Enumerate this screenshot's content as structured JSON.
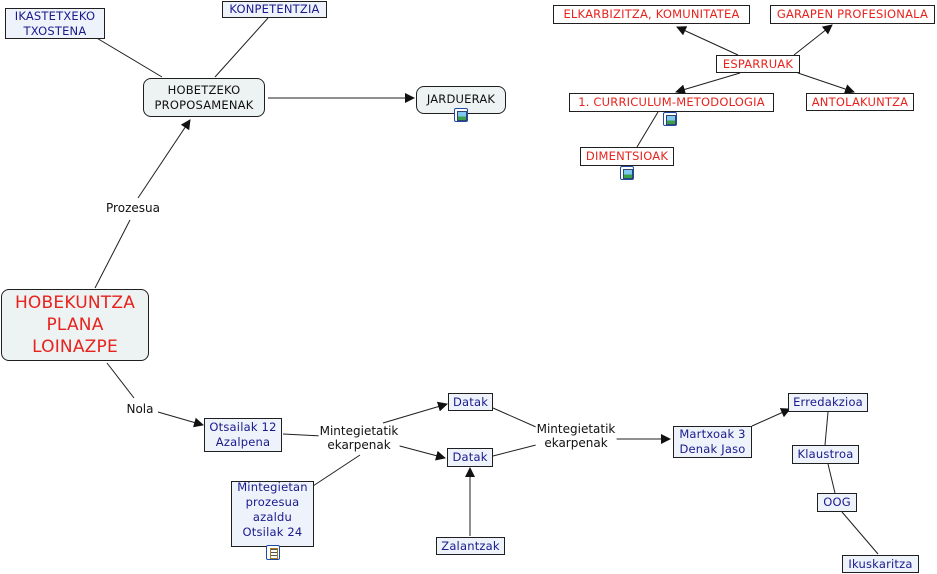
{
  "concept_map": {
    "nodes": {
      "ikastetxeko_txostena": "IKASTETXEKO\nTXOSTENA",
      "konpetentzia": "KONPETENTZIA",
      "hobetzeko_proposamenak": "HOBETZEKO\nPROPOSAMENAK",
      "jarduerak": "JARDUERAK",
      "hobekuntza_plana": "HOBEKUNTZA\nPLANA\nLOINAZPE",
      "elkarbizitza": "ELKARBIZITZA, KOMUNITATEA",
      "garapen_profesionala": "GARAPEN PROFESIONALA",
      "esparruak": "ESPARRUAK",
      "curriculum": "1. CURRICULUM-METODOLOGIA",
      "antolakuntza": "ANTOLAKUNTZA",
      "dimentsioak": "DIMENTSIOAK",
      "otsailak_12": "Otsailak 12\nAzalpena",
      "datak_1": "Datak",
      "datak_2": "Datak",
      "mintegietan_prozesua": "Mintegietan\nprozesua\nazaldu\nOtsilak 24",
      "zalantzak": "Zalantzak",
      "martxoak_3": "Martxoak 3\nDenak Jaso",
      "erredakzioa": "Erredakzioa",
      "klaustroa": "Klaustroa",
      "oog": "OOG",
      "ikuskaritza": "Ikuskaritza"
    },
    "link_labels": {
      "prozesua": "Prozesua",
      "nola": "Nola",
      "mintegietatik_1": "Mintegietatik\nekarpenak",
      "mintegietatik_2": "Mintegietatik\nekarpenak"
    },
    "icons": {
      "jarduerak": "image-icon",
      "curriculum": "image-icon",
      "dimentsioak": "image-icon",
      "mintegietan": "document-icon"
    },
    "colors": {
      "blue_text": "#1a1a8c",
      "red_text": "#e8221c",
      "node_fill": "#edf2fb",
      "line": "#1f1f1f"
    }
  }
}
